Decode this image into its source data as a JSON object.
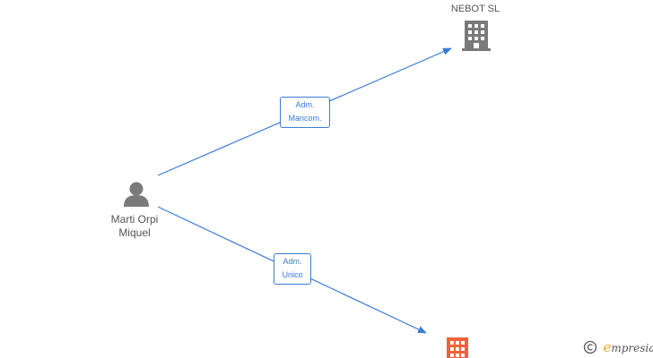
{
  "nodes": {
    "company_top": {
      "name": "NEBOT SL",
      "icon": "building-icon",
      "color": "#7a7a7a"
    },
    "company_bottom": {
      "name": "",
      "icon": "building-icon",
      "color": "#f0623a"
    },
    "person": {
      "name_line1": "Marti Orpi",
      "name_line2": "Miquel",
      "icon": "person-icon",
      "color": "#7a7a7a"
    }
  },
  "relations": [
    {
      "line1": "Adm.",
      "line2": "Mancom."
    },
    {
      "line1": "Adm.",
      "line2": "Unico"
    }
  ],
  "edge_color": "#3a7bd5",
  "brand": {
    "copyright": "©",
    "initial": "e",
    "rest": "mpresia",
    "accent": "#f0a31e"
  }
}
